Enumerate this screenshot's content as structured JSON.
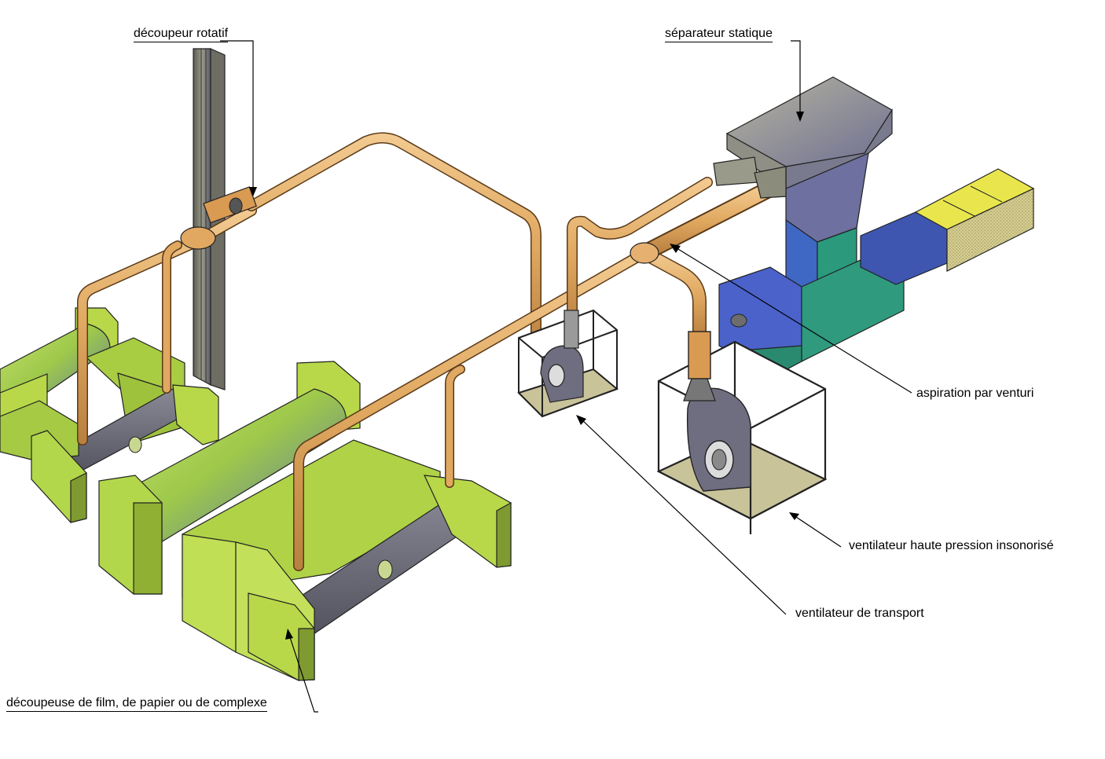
{
  "labels": {
    "rotary_cutter": "découpeur rotatif",
    "static_separator": "séparateur statique",
    "venturi_suction": "aspiration par venturi",
    "hp_fan": "ventilateur haute pression insonorisé",
    "transport_fan": "ventilateur de transport",
    "slitter": "découpeuse de film, de papier ou de complexe"
  },
  "colors": {
    "pipe": "#e0a860",
    "pipe_dark": "#b57a3c",
    "machine": "#b5d94a",
    "machine_dark": "#8fb033",
    "roll": "#6b6b78",
    "separator": "#a8a67c",
    "baler": "#2f9a7e",
    "baler_blue": "#4a62c9",
    "bale": "#e7e34a",
    "frame": "#222222",
    "column": "#7a7a6a"
  }
}
